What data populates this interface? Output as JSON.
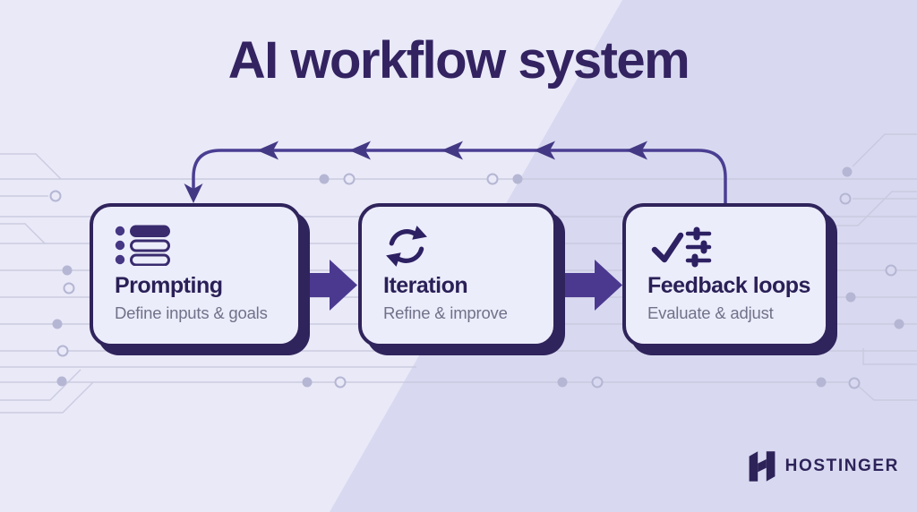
{
  "page": {
    "title": "AI workflow system"
  },
  "cards": [
    {
      "id": "prompting",
      "icon": "bullet-list-icon",
      "title": "Prompting",
      "subtitle": "Define inputs & goals"
    },
    {
      "id": "iteration",
      "icon": "refresh-cycle-icon",
      "title": "Iteration",
      "subtitle": "Refine & improve"
    },
    {
      "id": "feedback-loops",
      "icon": "check-sliders-icon",
      "title": "Feedback loops",
      "subtitle": "Evaluate & adjust"
    }
  ],
  "flow": {
    "sequence": [
      "Prompting",
      "Iteration",
      "Feedback loops"
    ],
    "feedback_loop": {
      "from": "Feedback loops",
      "to": "Prompting",
      "direction": "right-to-left"
    }
  },
  "branding": {
    "logo_text": "HOSTINGER",
    "logo_icon": "hostinger-h-icon"
  },
  "colors": {
    "background_left": "#e9e9f8",
    "background_right": "#d8d9f0",
    "card_background": "#ecedfb",
    "card_border": "#30245c",
    "arrow_accent": "#4b3990",
    "connector": "#4a3e92",
    "heading_text": "#332360",
    "card_title_text": "#2a2057",
    "card_subtitle_text": "#717189",
    "circuit_line": "#c7c8de",
    "circuit_dot": "#b5b6d3",
    "logo_color": "#2d2359"
  }
}
